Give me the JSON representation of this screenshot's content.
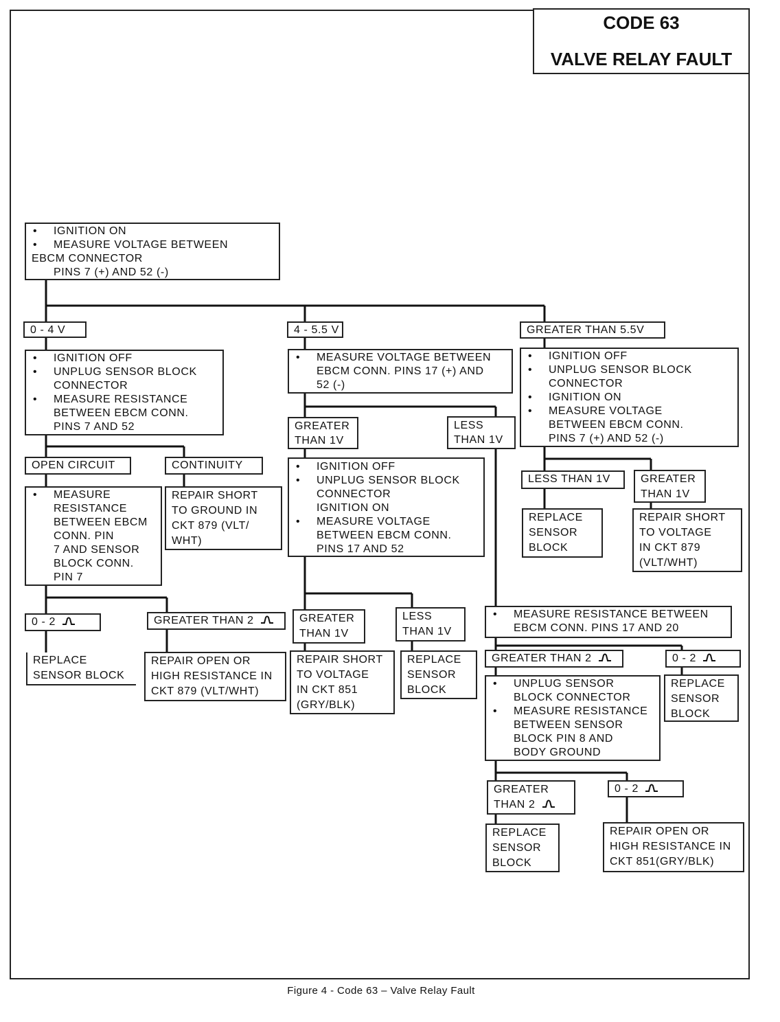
{
  "title": {
    "code": "CODE 63",
    "name": "VALVE RELAY FAULT"
  },
  "caption": "Figure 4 -  Code 63 – Valve Relay Fault",
  "icons": {
    "ohm": "ohm-symbol-icon",
    "bullet": "bullet-icon"
  },
  "start": {
    "b1": "IGNITION ON",
    "b2": "MEASURE VOLTAGE BETWEEN",
    "b2a": "EBCM CONNECTOR",
    "b2b": "PINS 7 (+) AND 52 (-)"
  },
  "branch1": {
    "label": "0 - 4 V",
    "step": {
      "b1": "IGNITION OFF",
      "b2": "UNPLUG SENSOR BLOCK",
      "b2a": "CONNECTOR",
      "b3": "MEASURE RESISTANCE",
      "b3a": "BETWEEN EBCM CONN.",
      "b3b": "PINS 7 AND 52"
    },
    "open_label": "OPEN CIRCUIT",
    "cont_label": "CONTINUITY",
    "open_step": {
      "b1": "MEASURE",
      "l1": "RESISTANCE",
      "l2": "BETWEEN EBCM",
      "l3": "CONN. PIN",
      "l4": "7 AND SENSOR",
      "l5": "BLOCK CONN.",
      "l6": "PIN 7"
    },
    "cont_result": {
      "l1": "REPAIR SHORT",
      "l2": "TO GROUND IN",
      "l3": "CKT 879 (VLT/",
      "l4": "WHT)"
    },
    "low_label": "0 - 2",
    "high_label": "GREATER THAN 2",
    "low_result": {
      "l1": "REPLACE",
      "l2": "SENSOR BLOCK"
    },
    "high_result": {
      "l1": "REPAIR OPEN OR",
      "l2": "HIGH RESISTANCE IN",
      "l3": "CKT 879 (VLT/WHT)"
    }
  },
  "branch2": {
    "label": "4 - 5.5 V",
    "step": {
      "b1": "MEASURE VOLTAGE BETWEEN",
      "b1a": "EBCM CONN. PINS 17 (+) AND",
      "b1b": "52 (-)"
    },
    "gt_label": {
      "l1": "GREATER",
      "l2": "THAN 1V"
    },
    "lt_label": {
      "l1": "LESS",
      "l2": "THAN 1V"
    },
    "gt_step": {
      "b1": "IGNITION OFF",
      "b2": "UNPLUG SENSOR BLOCK",
      "b2a": "CONNECTOR",
      "b2b": "IGNITION ON",
      "b3": "MEASURE VOLTAGE",
      "b3a": "BETWEEN EBCM CONN.",
      "b3b": "PINS 17 AND 52"
    },
    "gt2_label": {
      "l1": "GREATER",
      "l2": "THAN 1V"
    },
    "lt2_label": {
      "l1": "LESS",
      "l2": "THAN 1V"
    },
    "gt2_result": {
      "l1": "REPAIR SHORT",
      "l2": "TO VOLTAGE",
      "l3": "IN CKT 851",
      "l4": "(GRY/BLK)"
    },
    "lt2_result": {
      "l1": "REPLACE",
      "l2": "SENSOR",
      "l3": "BLOCK"
    },
    "res_step": {
      "b1": "MEASURE  RESISTANCE BETWEEN",
      "b1a": "EBCM CONN. PINS 17 AND 20"
    },
    "res_high_label": "GREATER THAN 2",
    "res_low_label": "0 - 2",
    "res_low_result": {
      "l1": "REPLACE",
      "l2": "SENSOR",
      "l3": "BLOCK"
    },
    "gnd_step": {
      "b1": "UNPLUG SENSOR",
      "b1a": "BLOCK CONNECTOR",
      "b2": "MEASURE RESISTANCE",
      "b2a": "BETWEEN SENSOR",
      "b2b": "BLOCK PIN 8 AND",
      "b2c": "BODY GROUND"
    },
    "gnd_high_label": {
      "l1": "GREATER",
      "l2": "THAN 2"
    },
    "gnd_low_label": "0 - 2",
    "gnd_high_result": {
      "l1": "REPLACE",
      "l2": "SENSOR",
      "l3": "BLOCK"
    },
    "gnd_low_result": {
      "l1": "REPAIR OPEN OR",
      "l2": "HIGH RESISTANCE IN",
      "l3": "CKT 851(GRY/BLK)"
    }
  },
  "branch3": {
    "label": "GREATER THAN 5.5V",
    "step": {
      "b1": "IGNITION OFF",
      "b2": "UNPLUG SENSOR BLOCK",
      "b2a": "CONNECTOR",
      "b3": "IGNITION ON",
      "b4": "MEASURE VOLTAGE",
      "b4a": "BETWEEN EBCM CONN.",
      "b4b": "PINS 7 (+) AND 52 (-)"
    },
    "lt_label": "LESS THAN 1V",
    "gt_label": {
      "l1": "GREATER",
      "l2": "THAN 1V"
    },
    "lt_result": {
      "l1": "REPLACE",
      "l2": "SENSOR",
      "l3": "BLOCK"
    },
    "gt_result": {
      "l1": "REPAIR SHORT",
      "l2": "TO VOLTAGE",
      "l3": "IN CKT 879",
      "l4": "(VLT/WHT)"
    }
  }
}
